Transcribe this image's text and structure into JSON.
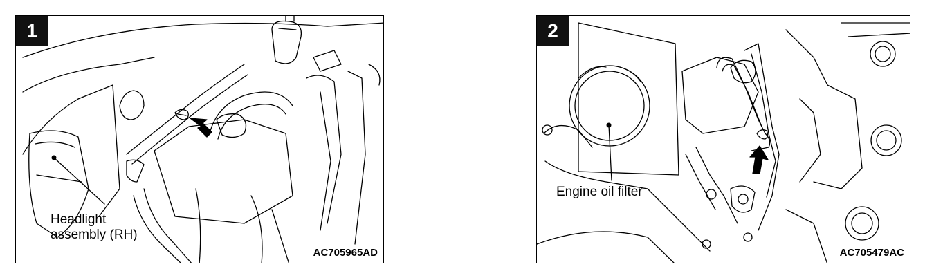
{
  "figures": [
    {
      "number": "1",
      "callout_lines": [
        "Headlight",
        "assembly (RH)"
      ],
      "figure_code": "AC705965AD",
      "icons": [
        "arrow-icon",
        "leader-dot-icon"
      ]
    },
    {
      "number": "2",
      "callout": "Engine oil filter",
      "figure_code": "AC705479AC",
      "icons": [
        "arrow-icon",
        "leader-dot-icon"
      ]
    }
  ],
  "colors": {
    "line": "#000000",
    "background": "#ffffff",
    "badge": "#111111"
  }
}
